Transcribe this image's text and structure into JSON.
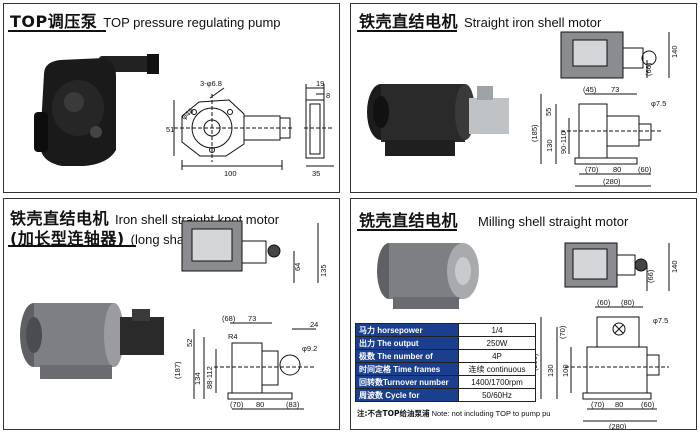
{
  "panels": {
    "top_pump": {
      "title_cn": "TOP调压泵",
      "title_en": "TOP pressure regulating pump",
      "dims": {
        "holes": "3-φ6.8",
        "circle": "φ48",
        "height": "51",
        "length": "100",
        "w19": "19",
        "w8": "8",
        "w35": "35"
      }
    },
    "straight_iron": {
      "title_cn": "铁壳直结电机",
      "title_en": "Straight iron shell motor",
      "dims": {
        "d140": "140",
        "d66": "(66)",
        "d45": "(45)",
        "d73": "73",
        "d75": "φ7.5",
        "d55": "55",
        "d185": "(185)",
        "d130": "130",
        "d90110": "90-110",
        "d70": "(70)",
        "d80": "80",
        "d60": "(60)",
        "d280": "(280)"
      }
    },
    "long_shaft": {
      "title_cn_1": "铁壳直结电机",
      "title_cn_2": "(加长型连轴器)",
      "title_en_1": "Iron shell straight knot motor",
      "title_en_2": "(long shafts)",
      "dims": {
        "d135": "135",
        "d64": "64",
        "d68": "(68)",
        "d73": "73",
        "d24": "24",
        "d52": "52",
        "d187": "(187)",
        "d134": "134",
        "d88112": "88-112",
        "dr4": "R4",
        "d92": "φ9.2",
        "d70": "(70)",
        "d80": "80",
        "d83": "(83)"
      }
    },
    "milling": {
      "title_cn": "铣壳直结电机",
      "title_en": "Milling shell straight motor",
      "dims": {
        "d140": "140",
        "d66": "(66)",
        "d60a": "(60)",
        "d80a": "(80)",
        "d75": "φ7.5",
        "d70": "(70)",
        "d200": "(200)",
        "d130": "130",
        "d100": "100",
        "d70b": "(70)",
        "d80b": "80",
        "d60b": "(60)",
        "d280": "(280)"
      }
    }
  },
  "specs": [
    {
      "key": "马力 horsepower",
      "value": "1/4"
    },
    {
      "key": "出力 The output",
      "value": "250W"
    },
    {
      "key": "极数 The number of",
      "value": "4P"
    },
    {
      "key": "时间定格 Time frames",
      "value": "连续 continuous"
    },
    {
      "key": "回转数Turnover number",
      "value": "1400/1700rpm"
    },
    {
      "key": "周波数 Cycle for",
      "value": "50/60Hz"
    }
  ],
  "note_cn": "注:不含TOP给油泵浦",
  "note_en": "Note: not including TOP to pump pu",
  "colors": {
    "spec_key_bg": "#1b3f8f",
    "pump_body": "#1a1a1a",
    "motor_gray": "#7d7f82"
  }
}
